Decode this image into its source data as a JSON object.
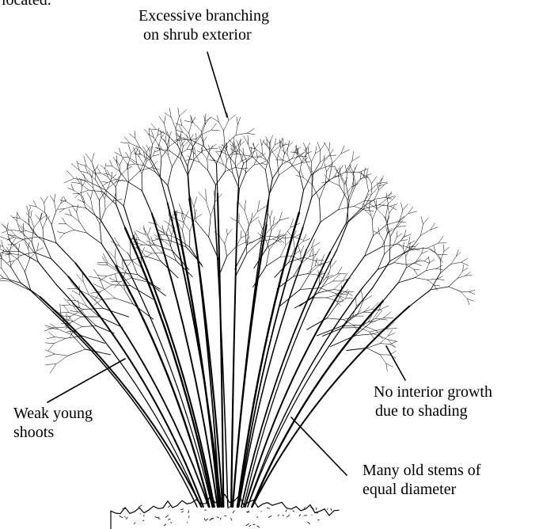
{
  "top_text": "located.",
  "labels": {
    "branching": {
      "line1": "Excessive branching",
      "line2": "on shrub exterior"
    },
    "interior": {
      "line1": "No interior growth",
      "line2": "due to shading"
    },
    "weak": {
      "line1": "Weak young",
      "line2": "shoots"
    },
    "stems": {
      "line1": "Many old stems of",
      "line2": "equal diameter"
    }
  },
  "colors": {
    "ink": "#000000",
    "background": "#ffffff"
  }
}
